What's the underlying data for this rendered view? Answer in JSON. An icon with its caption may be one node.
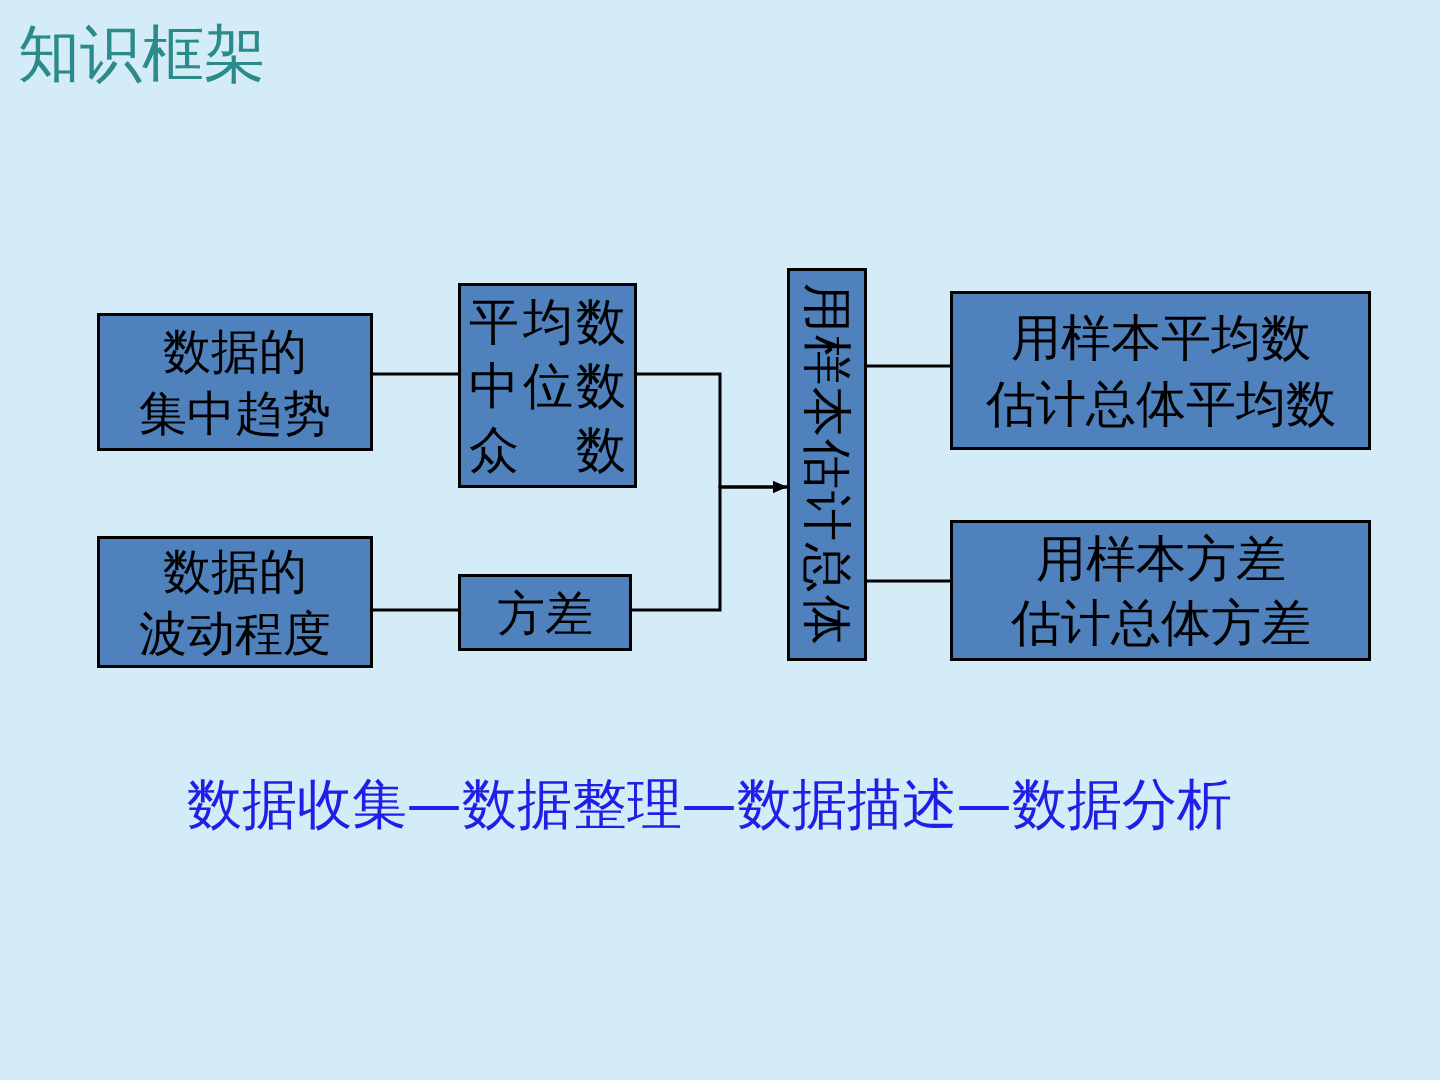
{
  "diagram": {
    "title": "知识框架",
    "nodes": [
      {
        "text": [
          "数据的集中趋势"
        ]
      },
      {
        "text": [
          "数据的波动程度"
        ]
      },
      {
        "text": [
          "平均数",
          "中位数",
          "众数"
        ]
      },
      {
        "text": [
          "方差"
        ]
      },
      {
        "text": [
          "用样本估计总体"
        ]
      },
      {
        "text": [
          "用样本平均数估计总体平均数"
        ]
      },
      {
        "text": [
          "用样本方差估计总体方差"
        ]
      }
    ],
    "edges": [
      {
        "from": 0,
        "to": 2,
        "arrow": "none"
      },
      {
        "from": 1,
        "to": 3,
        "arrow": "none"
      },
      {
        "from": 2,
        "to": 4,
        "arrow": "to"
      },
      {
        "from": 3,
        "to": 4,
        "arrow": "to"
      },
      {
        "from": 4,
        "to": 5,
        "arrow": "none"
      },
      {
        "from": 4,
        "to": 6,
        "arrow": "none"
      }
    ],
    "labels": [
      "数据收集—数据整理—数据描述—数据分析"
    ]
  }
}
